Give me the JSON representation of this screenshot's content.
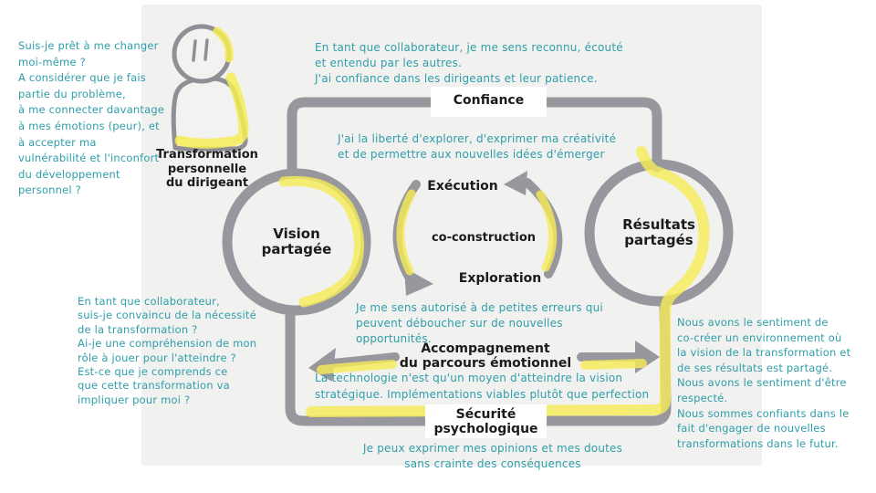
{
  "title": "Sketch diagram: transformation loop (Vision partagée → Résultats partagés)",
  "colors": {
    "teal_text": "#2E9EAB",
    "gray_stroke": "#97979D",
    "yellow_highlight": "#F6EC55",
    "label_text": "#1b1b1b",
    "paper": "#F1F1EF",
    "box_bg": "#FFFFFF"
  },
  "person": {
    "icon": "person-icon",
    "label": "Transformation\npersonnelle\ndu dirigeant"
  },
  "questions": {
    "top_left": "Suis-je prêt à me changer\nmoi-même ?\nA considérer que je fais\npartie du problème,\nà me connecter davantage\nà mes émotions (peur), et\nà accepter ma\nvulnérabilité et l'inconfort\ndu développement\npersonnel ?",
    "left_middle": "En tant que collaborateur,\nsuis-je convaincu de la nécessité\nde la transformation ?\nAi-je une compréhension de mon\nrôle à jouer pour l'atteindre ?\nEst-ce que je comprends ce\nque cette transformation va\nimpliquer pour moi ?"
  },
  "statements": {
    "top_middle": "En tant que collaborateur, je me sens reconnu, écouté\net entendu par les autres.\nJ'ai confiance dans les dirigeants et leur patience.",
    "liberte": "J'ai la liberté d'explorer, d'exprimer ma créativité\net de permettre aux nouvelles idées d'émerger",
    "erreurs": "Je me sens autorisé à de petites erreurs qui\npeuvent déboucher sur de nouvelles\nopportunités.",
    "technologie": "La technologie n'est qu'un moyen d'atteindre la vision\nstratégique. Implémentations viables plutôt que perfection",
    "bottom": "Je peux exprimer mes opinions et mes doutes\nsans crainte des conséquences",
    "right": "Nous avons le sentiment de\nco-créer un environnement où\nla vision de la transformation et\nde ses résultats est partagé.\nNous avons le sentiment d'être\nrespecté.\nNous sommes confiants dans le\nfait d'engager de nouvelles\ntransformations dans le futur."
  },
  "labels": {
    "confiance": "Confiance",
    "execution": "Exécution",
    "coconstruction": "co-construction",
    "exploration": "Exploration",
    "vision": "Vision\npartagée",
    "resultats": "Résultats\npartagés",
    "accompagnement": "Accompagnement\ndu parcours émotionnel",
    "securite": "Sécurité\npsychologique"
  }
}
